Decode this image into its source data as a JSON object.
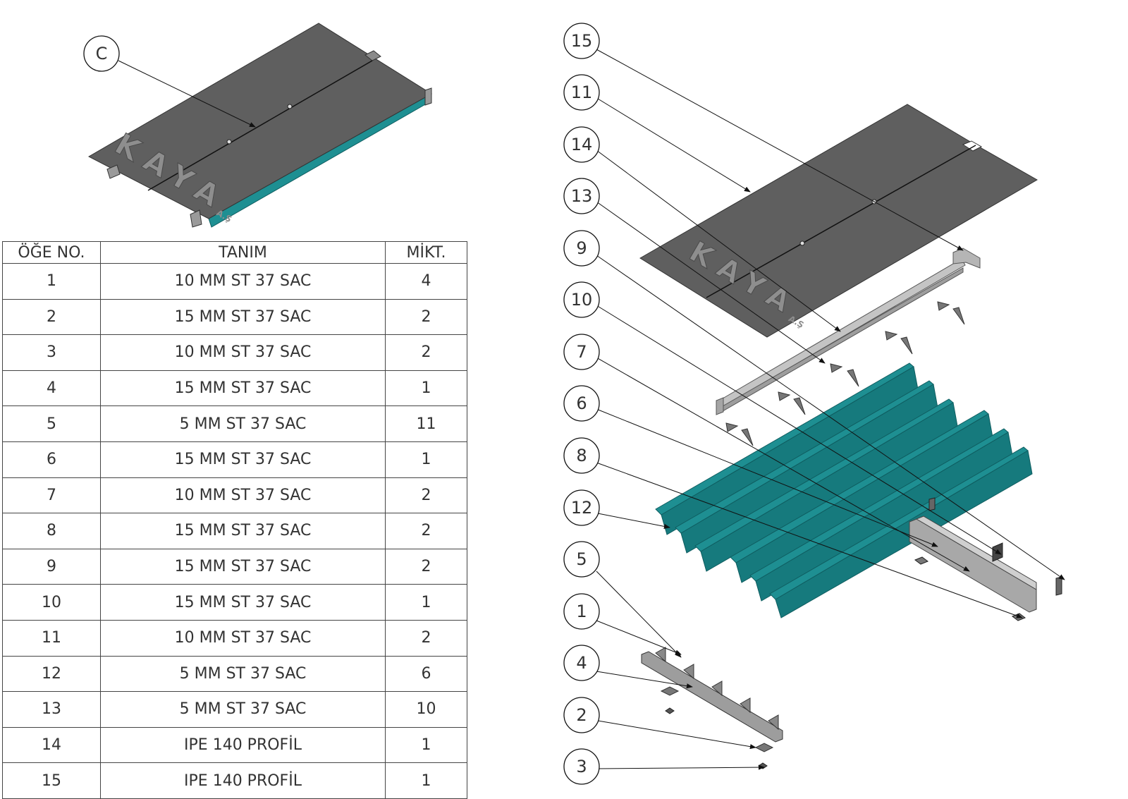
{
  "detail_callout": "C",
  "logo": {
    "main": "KAYA",
    "suffix": "A.Ş"
  },
  "table": {
    "headers": [
      "ÖĞE NO.",
      "TANIM",
      "MİKT."
    ],
    "rows": [
      [
        "1",
        "10 MM ST 37 SAC",
        "4"
      ],
      [
        "2",
        "15 MM ST 37 SAC",
        "2"
      ],
      [
        "3",
        "10 MM ST 37 SAC",
        "2"
      ],
      [
        "4",
        "15 MM ST 37 SAC",
        "1"
      ],
      [
        "5",
        "5 MM ST 37 SAC",
        "11"
      ],
      [
        "6",
        "15 MM ST 37 SAC",
        "1"
      ],
      [
        "7",
        "10 MM ST 37 SAC",
        "2"
      ],
      [
        "8",
        "15 MM ST 37 SAC",
        "2"
      ],
      [
        "9",
        "15 MM ST 37 SAC",
        "2"
      ],
      [
        "10",
        "15 MM ST 37 SAC",
        "1"
      ],
      [
        "11",
        "10 MM ST 37 SAC",
        "2"
      ],
      [
        "12",
        "5 MM ST 37 SAC",
        "6"
      ],
      [
        "13",
        "5 MM ST 37 SAC",
        "10"
      ],
      [
        "14",
        "IPE 140 PROFİL",
        "1"
      ],
      [
        "15",
        "IPE 140 PROFİL",
        "1"
      ]
    ]
  },
  "balloons": [
    "15",
    "11",
    "14",
    "13",
    "9",
    "10",
    "7",
    "6",
    "8",
    "12",
    "5",
    "1",
    "4",
    "2",
    "3"
  ],
  "colors": {
    "plate": "#5f5f5f",
    "plate_dark": "#3a3a3a",
    "teal": "#1e8f92",
    "teal_dark": "#0f5d60",
    "steel": "#b9b9b9",
    "line": "#222222"
  }
}
